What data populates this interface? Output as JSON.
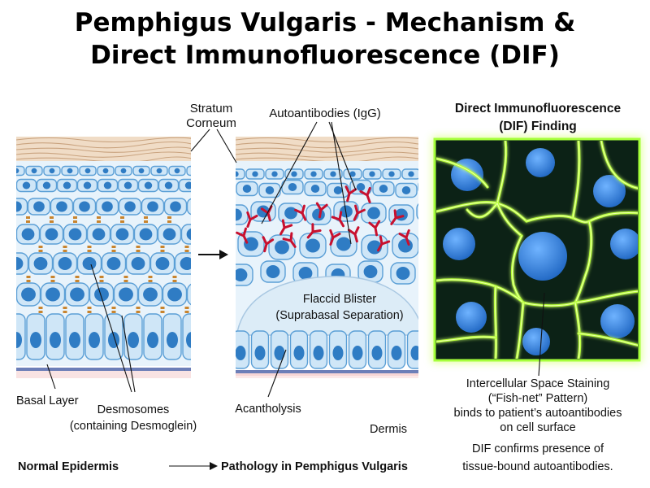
{
  "title": {
    "line1": "Pemphigus Vulgaris - Mechanism &",
    "line2": "Direct Immunofluorescence (DIF)"
  },
  "labels": {
    "stratum_corneum_1": "Stratum",
    "stratum_corneum_2": "Corneum",
    "autoantibodies": "Autoantibodies (IgG)",
    "dif_heading_1": "Direct Immunofluorescence",
    "dif_heading_2": "(DIF) Finding",
    "blister_1": "Flaccid Blister",
    "blister_2": "(Suprabasal Separation)",
    "basal_layer": "Basal Layer",
    "desmosomes_1": "Desmosomes",
    "desmosomes_2": "(containing Desmoglein)",
    "acantholysis": "Acantholysis",
    "dermis": "Dermis",
    "staining_1": "Intercellular Space Staining",
    "staining_2": "(“Fish-net” Pattern)",
    "staining_3": "binds to patient’s autoantibodies",
    "staining_4": "on cell surface",
    "confirm_1": "DIF confirms presence of",
    "confirm_2": "tissue-bound autoantibodies.",
    "normal_epidermis": "Normal Epidermis",
    "pathology": "Pathology in Pemphigus Vulgaris"
  },
  "colors": {
    "cell_fill": "#cfe6f7",
    "cell_stroke": "#5b9fd6",
    "nucleus": "#2f7cc4",
    "desmosome": "#c8842e",
    "antibody": "#c8102e",
    "stratum_corneum": "#f0dcc6",
    "dermis": "#f7d6d6",
    "dif_background": "#0c2216",
    "dif_net": "#b6ff32",
    "dif_nucleus": "#2e86de"
  }
}
